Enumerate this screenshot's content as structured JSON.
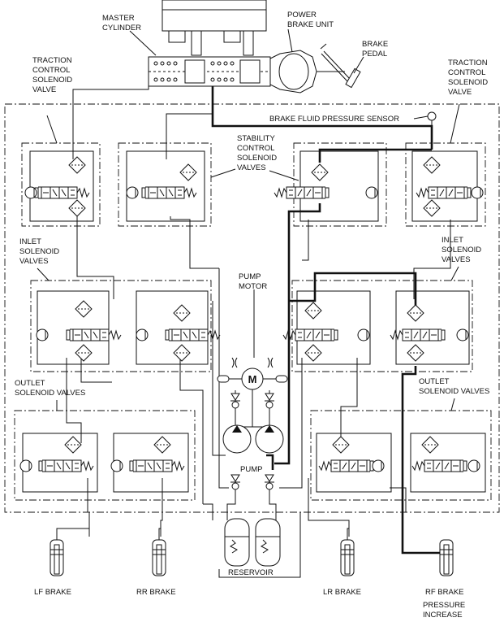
{
  "labels": {
    "master_cylinder": [
      "MASTER",
      "CYLINDER"
    ],
    "power_brake_unit": [
      "POWER",
      "BRAKE UNIT"
    ],
    "brake_pedal": [
      "BRAKE",
      "PEDAL"
    ],
    "traction_left": [
      "TRACTION",
      "CONTROL",
      "SOLENOID",
      "VALVE"
    ],
    "traction_right": [
      "TRACTION",
      "CONTROL",
      "SOLENOID",
      "VALVE"
    ],
    "pressure_sensor": "BRAKE FLUID PRESSURE SENSOR",
    "stability": [
      "STABILITY",
      "CONTROL",
      "SOLENOID",
      "VALVES"
    ],
    "inlet_left": [
      "INLET",
      "SOLENOID",
      "VALVES"
    ],
    "inlet_right": [
      "INLET",
      "SOLENOID",
      "VALVES"
    ],
    "pump_motor": [
      "PUMP",
      "MOTOR"
    ],
    "motor_symbol": "M",
    "outlet_left": [
      "OUTLET",
      "SOLENOID VALVES"
    ],
    "outlet_right": [
      "OUTLET",
      "SOLENOID VALVES"
    ],
    "pump": "PUMP",
    "reservoir": "RESERVOIR",
    "lf_brake": "LF BRAKE",
    "rr_brake": "RR BRAKE",
    "lr_brake": "LR BRAKE",
    "rf_brake": "RF BRAKE",
    "pressure_increase": [
      "PRESSURE",
      "INCREASE"
    ]
  }
}
